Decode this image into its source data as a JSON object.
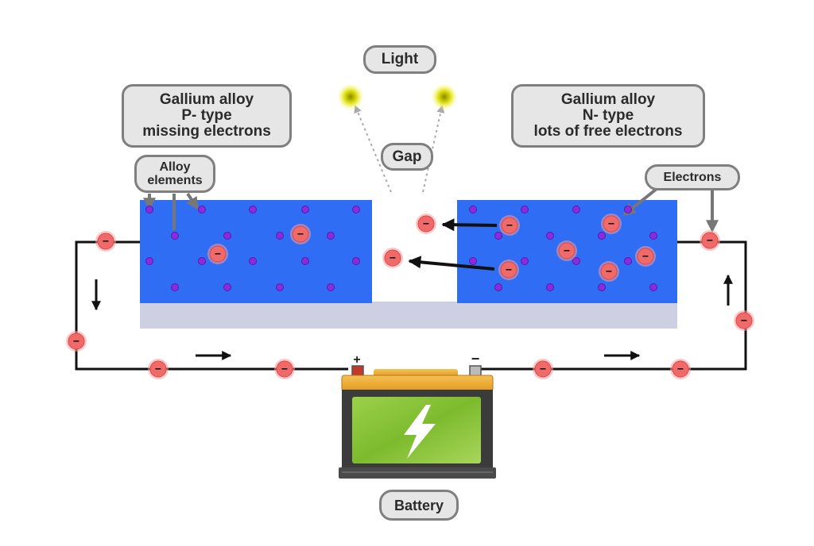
{
  "labels": {
    "light": "Light",
    "gap": "Gap",
    "p_type": [
      "Gallium alloy",
      "P- type",
      "missing electrons"
    ],
    "n_type": [
      "Gallium alloy",
      "N- type",
      "lots of free electrons"
    ],
    "alloy_elements": [
      "Alloy",
      "elements"
    ],
    "electrons": "Electrons",
    "battery": "Battery"
  },
  "symbols": {
    "electron": "−",
    "battery_plus": "+",
    "battery_minus": "−"
  },
  "colors": {
    "semiconductor_blue": "#2f6df5",
    "substrate": "#cdd0e2",
    "alloy_atom": "#8a2be2",
    "electron_fill": "#f06a6a",
    "electron_glow": "#ff9a9a",
    "wire": "#111111",
    "light_source": "#e0e000",
    "battery_body": "#3b3b3b",
    "battery_panel": "#8cc63f",
    "battery_top": "#f0a630",
    "label_bg": "#e6e6e6",
    "label_border": "#7f7f7f"
  }
}
